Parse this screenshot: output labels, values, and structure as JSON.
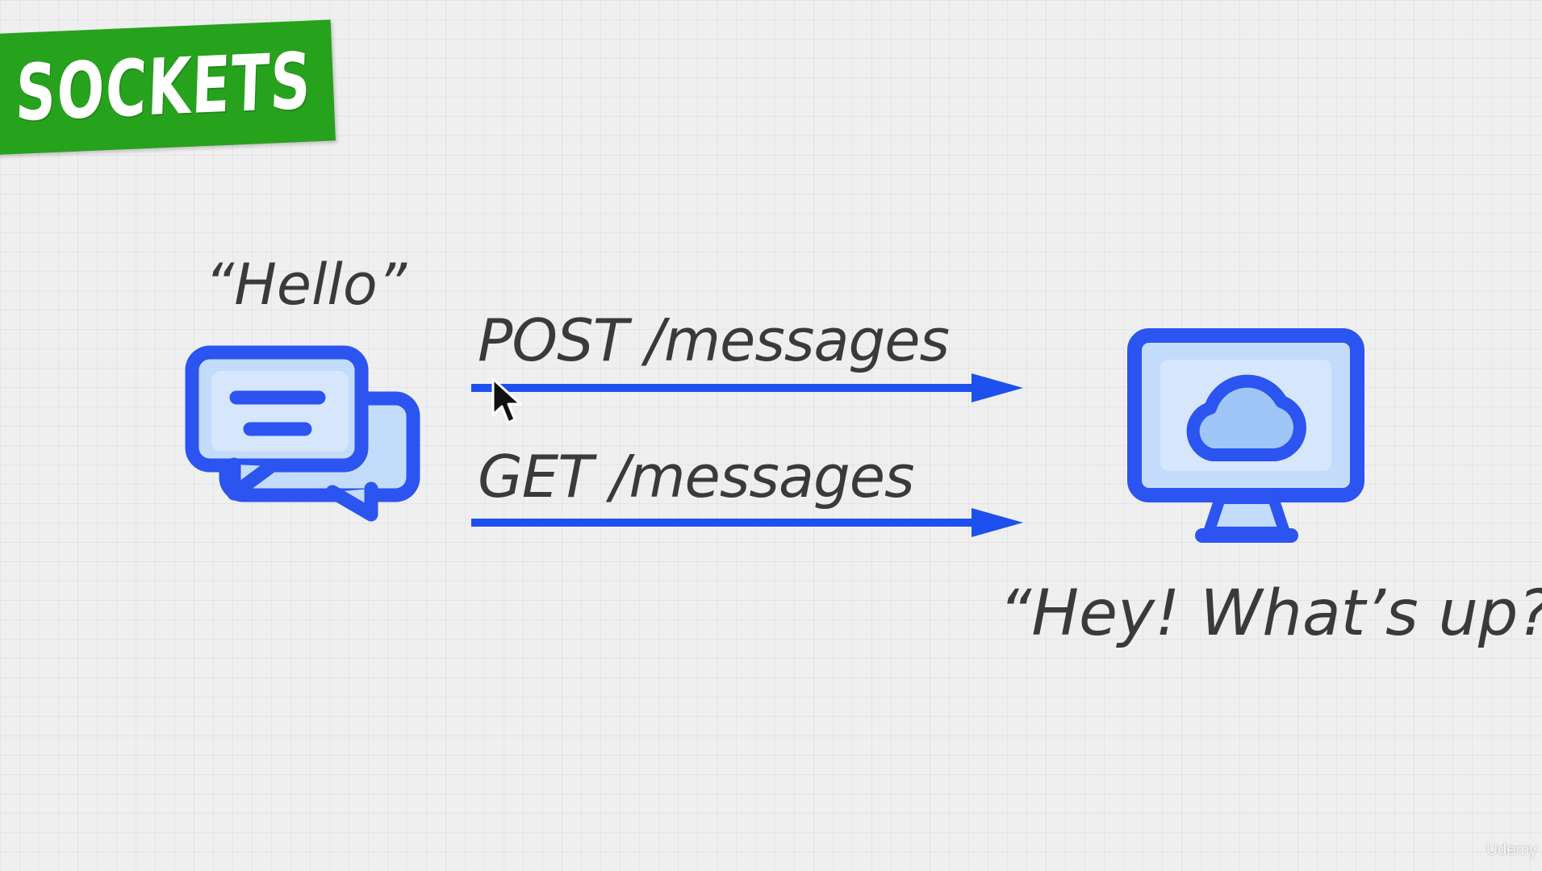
{
  "banner": {
    "title": "SOCKETS"
  },
  "client": {
    "quote": "“Hello”",
    "icon": "chat-bubbles-icon"
  },
  "requests": [
    {
      "label": "POST /messages"
    },
    {
      "label": "GET /messages"
    }
  ],
  "server": {
    "quote": "“Hey! What’s up?”",
    "icon": "cloud-monitor-icon"
  },
  "watermark": "Udemy",
  "colors": {
    "banner": "#27a21d",
    "accent": "#2b54f0",
    "arrow": "#1d50ee",
    "icon_fill_light": "#c4dcfb",
    "icon_fill_mid": "#9ec6f7",
    "text": "#3a3a3a"
  }
}
